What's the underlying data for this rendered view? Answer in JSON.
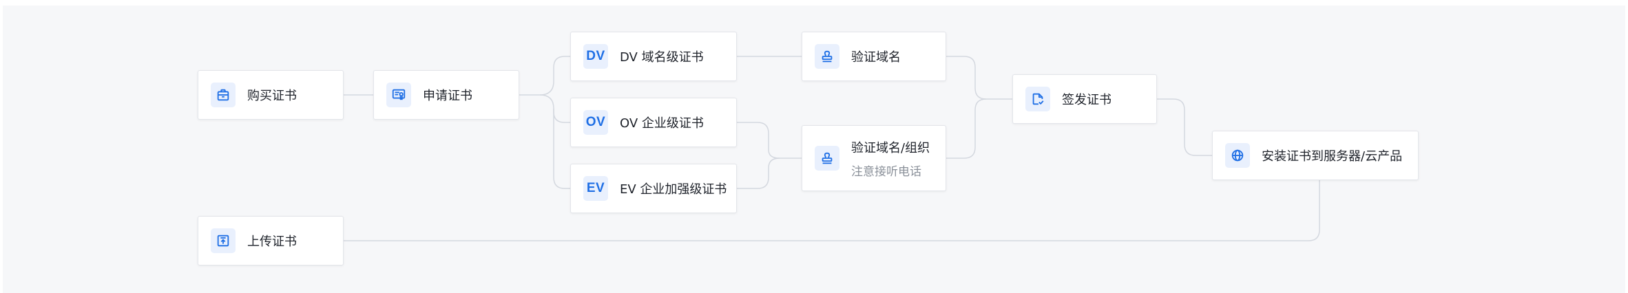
{
  "nodes": {
    "buy": {
      "label": "购买证书",
      "icon": "shopping-bag-icon"
    },
    "apply": {
      "label": "申请证书",
      "icon": "certificate-icon"
    },
    "dv": {
      "badge": "DV",
      "label": "DV 域名级证书"
    },
    "ov": {
      "badge": "OV",
      "label": "OV 企业级证书"
    },
    "ev": {
      "badge": "EV",
      "label": "EV 企业加强级证书"
    },
    "verify_domain": {
      "label": "验证域名",
      "icon": "stamp-icon"
    },
    "verify_org": {
      "label": "验证域名/组织",
      "note": "注意接听电话",
      "icon": "stamp-icon"
    },
    "issue": {
      "label": "签发证书",
      "icon": "document-check-icon"
    },
    "install": {
      "label": "安装证书到服务器/云产品",
      "icon": "globe-icon"
    },
    "upload": {
      "label": "上传证书",
      "icon": "upload-icon"
    }
  },
  "colors": {
    "accent": "#1f6fe5",
    "icon_bg": "#e9f0fd",
    "connector": "#d4d8df"
  }
}
